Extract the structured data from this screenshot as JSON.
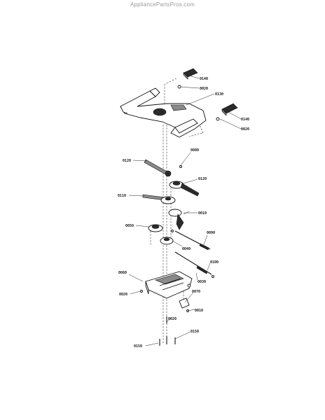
{
  "watermark": "AppliancePartsPros.com",
  "callouts": {
    "c0140_top": "0140",
    "c0020_top": "0020",
    "c0130": "0130",
    "c0140_right": "0140",
    "c0020_right": "0020",
    "c0080": "0080",
    "c0120_left": "0120",
    "c0120_right": "0120",
    "c0110": "0110",
    "c0010": "0010",
    "c0050": "0050",
    "c0090": "0090",
    "c0040": "0040",
    "c0100": "0100",
    "c0030": "0030",
    "c0060": "0060",
    "c0020_left": "0020",
    "c0070": "0070",
    "c0010_bottom": "0010",
    "c0020_bottom": "0020",
    "c0150_right": "0150",
    "c0150_left": "0150"
  }
}
